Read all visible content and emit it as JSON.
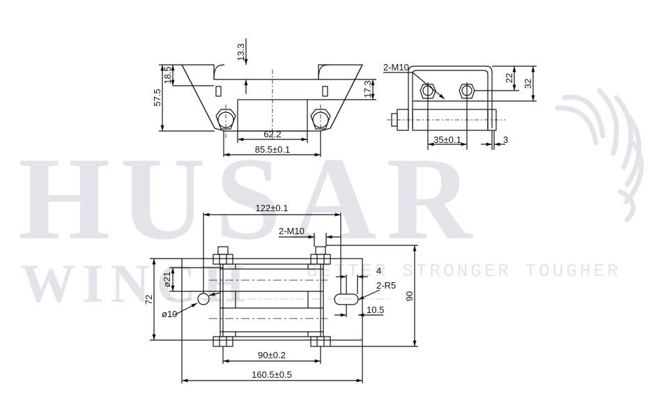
{
  "watermark": {
    "brand": "HUSAR",
    "sub": "WINCH",
    "tagline": "BETTER STRONGER TOUGHER",
    "icon": "wing-icon",
    "color": "#e3e4ea"
  },
  "drawing": {
    "line_color": "#111111",
    "views": {
      "front": {
        "dimensions": {
          "top_gap": "13.3",
          "bracket_h": "18.5",
          "total_h": "57.5",
          "side_h": "17.3",
          "inner_w": "62.2",
          "bolt_span": "85.5±0.1"
        }
      },
      "side": {
        "dimensions": {
          "thread": "2-M10",
          "bolt_h": "22",
          "total_h": "32",
          "bolt_spacing": "35±0.1",
          "plate_t": "3"
        }
      },
      "top": {
        "dimensions": {
          "bolt_center_span": "122±0.1",
          "thread": "2-M10",
          "roller_dia": "ø21",
          "body_h": "72",
          "hole_dia": "ø10",
          "slot_w": "4",
          "slot_radius": "2-R5",
          "slot_len": "10.5",
          "total_h": "90",
          "roller_span": "90±0.2",
          "total_w": "160.5±0.5"
        }
      }
    }
  }
}
